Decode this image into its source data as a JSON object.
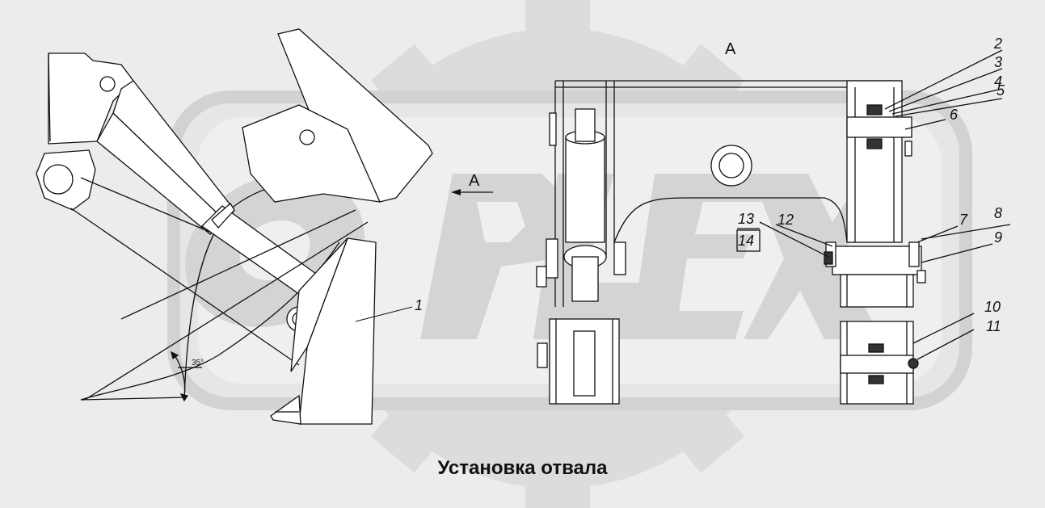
{
  "caption": "Установка отвала",
  "view_label_top": "А",
  "view_label_arrow": "А",
  "angle_label": "35°",
  "labels": {
    "n1": "1",
    "n2": "2",
    "n3": "3",
    "n4": "4",
    "n5": "5",
    "n6": "6",
    "n7": "7",
    "n8": "8",
    "n9": "9",
    "n10": "10",
    "n11": "11",
    "n12": "12",
    "n13": "13",
    "n14": "14"
  },
  "watermark_text": "OPEX",
  "colors": {
    "background": "#ececec",
    "watermark": "#d9d9d9",
    "line": "#111111",
    "fill": "#ffffff"
  }
}
